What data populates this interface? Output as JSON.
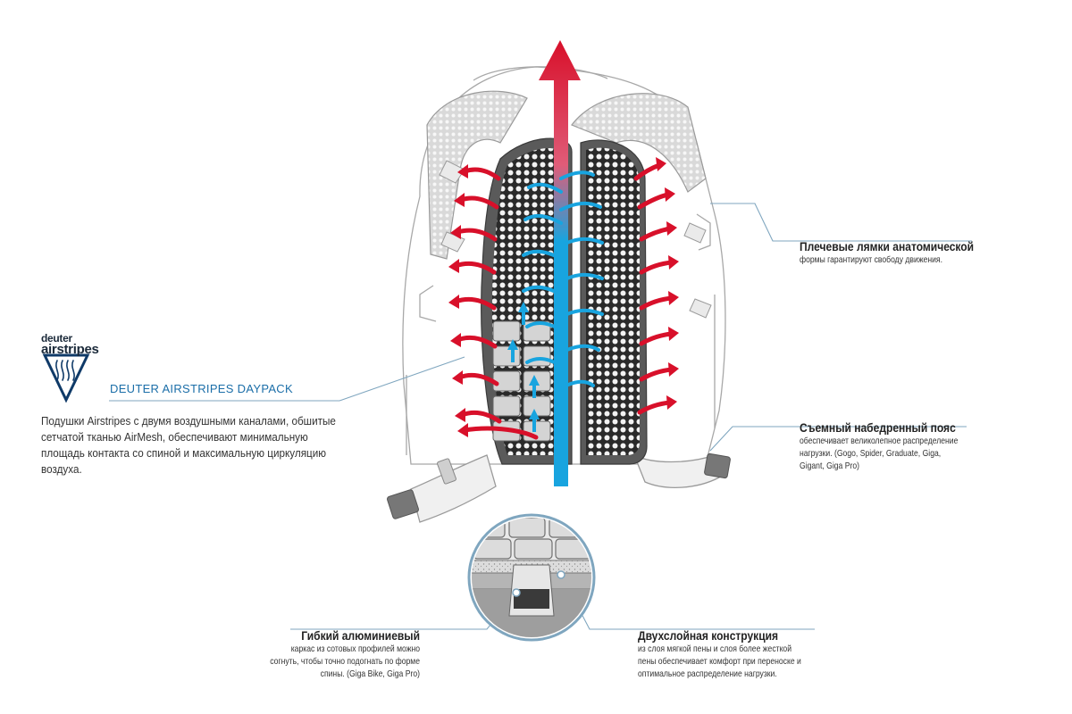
{
  "brand": {
    "name": "deuter",
    "system": "airstripes",
    "product_title": "DEUTER AIRSTRIPES DAYPACK",
    "description": "Подушки Airstripes с двумя воздушными каналами, обшитые сетчатой тканью AirMesh, обеспечивают минимальную площадь контакта со спиной и максимальную циркуляцию воздуха.",
    "accent_color": "#1b6ea8",
    "logo_icon": "airflow-chevron-logo-icon"
  },
  "callouts": {
    "shoulder": {
      "title": "Плечевые лямки анатомической",
      "body": "формы гарантируют свободу движения."
    },
    "hipbelt": {
      "title": "Съемный набедренный пояс",
      "body": "обеспечивает великолепное распределение нагрузки. (Gogo, Spider, Graduate, Giga, Gigant, Giga Pro)"
    },
    "frame": {
      "title": "Гибкий алюминиевый",
      "body": "каркас из сотовых профилей можно согнуть, чтобы точно подогнать по форме спины. (Giga Bike, Giga Pro)"
    },
    "layers": {
      "title": "Двухслойная конструкция",
      "body": "из слоя мягкой пены и слоя более жесткой пены обеспечивает комфорт при переноске и оптимальное распределение нагрузки."
    }
  },
  "colors": {
    "warm_air": "#d8102a",
    "cool_air": "#18a4df",
    "leader_line": "#7fa6bf",
    "outline": "#9a9a9a",
    "pad": "#bdbdbd"
  }
}
